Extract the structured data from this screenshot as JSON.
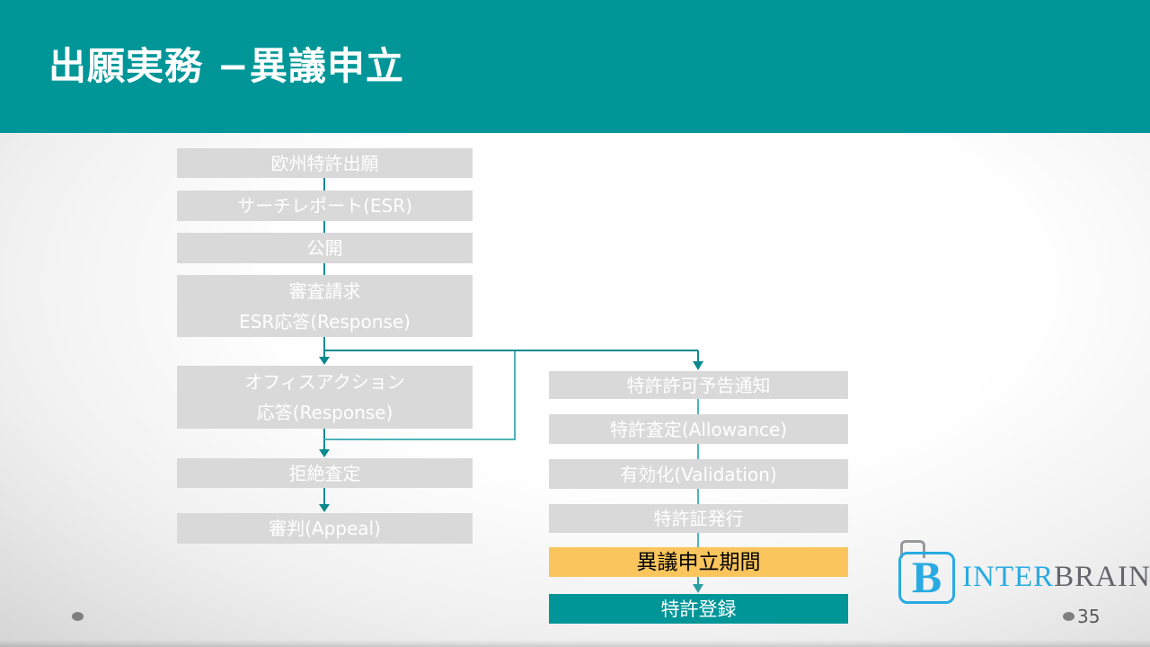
{
  "slide": {
    "title": "出願実務 −異議申立",
    "page_number": "35"
  },
  "colors": {
    "header_teal": "#009698",
    "box_gray": "#D9D9D9",
    "box_yellow": "#FAC55C",
    "box_teal": "#009698",
    "connector_dark_teal": "#0A8A8F",
    "connector_light_teal": "#4FB3B8",
    "connector_arrow_teal": "#2B9EA4",
    "logo_blue": "#29ABE2",
    "logo_gray": "#65666A",
    "footer_gray": "#595959"
  },
  "flowchart": {
    "left": [
      {
        "label": "欧州特許出願"
      },
      {
        "label": "サーチレポート(ESR)"
      },
      {
        "label": "公開"
      },
      {
        "line1": "審査請求",
        "line2": "ESR応答(Response)"
      },
      {
        "line1": "オフィスアクション",
        "line2": "応答(Response)"
      },
      {
        "label": "拒絶査定"
      },
      {
        "label": "審判(Appeal)"
      }
    ],
    "right": [
      {
        "label": "特許許可予告通知"
      },
      {
        "label": "特許査定(Allowance)"
      },
      {
        "label": "有効化(Validation)"
      },
      {
        "label": "特許証発行"
      },
      {
        "label": "異議申立期間"
      },
      {
        "label": "特許登録"
      }
    ]
  },
  "logo": {
    "mark_letter": "B",
    "text_inter": "INTER",
    "text_brain": "BRAIN"
  }
}
